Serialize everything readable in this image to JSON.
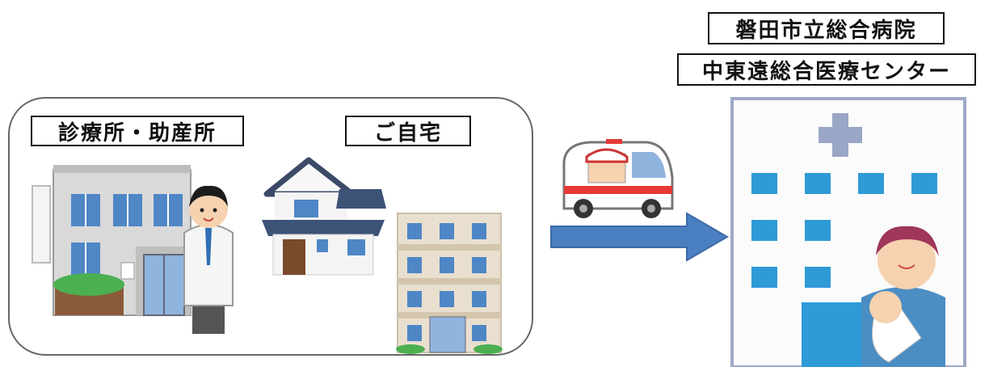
{
  "labels": {
    "clinic": "診療所・助産所",
    "home": "ご自宅",
    "hospital_line1": "磐田市立総合病院",
    "hospital_line2": "中東遠総合医療センター"
  }
}
